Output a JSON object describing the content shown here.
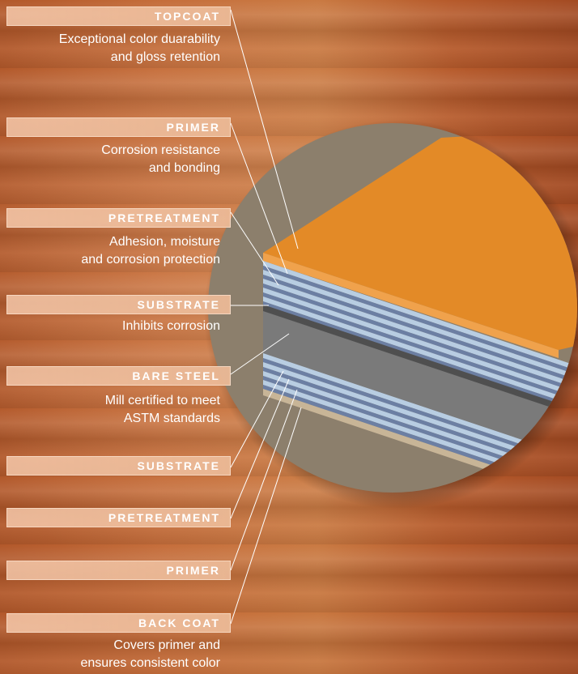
{
  "layers": [
    {
      "name": "TOPCOAT",
      "description_lines": [
        "Exceptional color duarability",
        "and gloss retention"
      ]
    },
    {
      "name": "PRIMER",
      "description_lines": [
        "Corrosion resistance",
        "and bonding"
      ]
    },
    {
      "name": "PRETREATMENT",
      "description_lines": [
        "Adhesion, moisture",
        "and corrosion protection"
      ]
    },
    {
      "name": "SUBSTRATE",
      "description_lines": [
        "Inhibits corrosion"
      ]
    },
    {
      "name": "BARE STEEL",
      "description_lines": [
        "Mill certified to meet",
        "ASTM standards"
      ]
    },
    {
      "name": "SUBSTRATE",
      "description_lines": []
    },
    {
      "name": "PRETREATMENT",
      "description_lines": []
    },
    {
      "name": "PRIMER",
      "description_lines": []
    },
    {
      "name": "BACK COAT",
      "description_lines": [
        "Covers primer and",
        "ensures consistent color"
      ]
    }
  ],
  "colors": {
    "topcoat": "#e38a27",
    "topcoat_edge": "#f0a24c",
    "stripe_light": "#b8cde2",
    "stripe_dark": "#6c7fa3",
    "steel": "#7a7a7a",
    "steel_dark": "#4f4f4f",
    "backcoat": "#c8b597",
    "circle_bg": "#8c7f6c",
    "label_bar": "#eebc98"
  }
}
